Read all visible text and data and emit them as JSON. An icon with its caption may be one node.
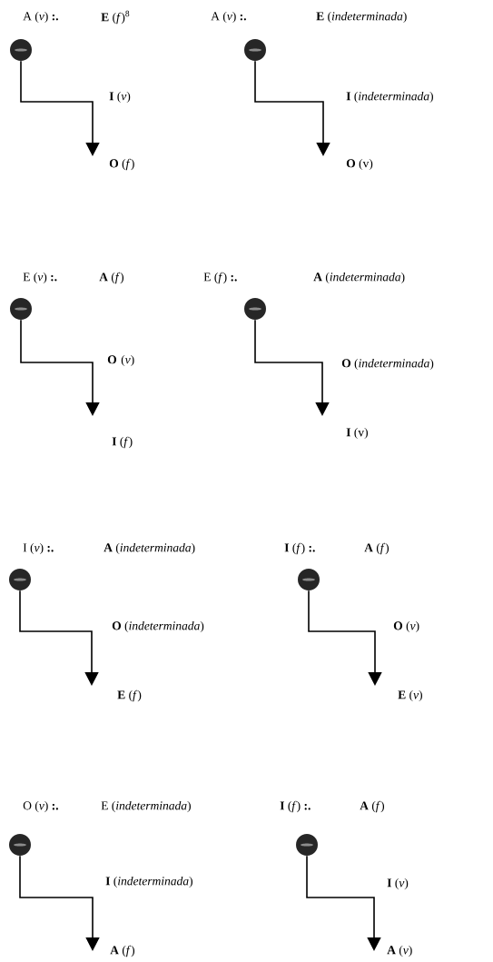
{
  "diagram": {
    "nodes": [
      {
        "text": [],
        "shape": "circle"
      },
      {
        "text": [
          "**O** (*f*)"
        ]
      },
      {
        "text": [],
        "shape": "circle"
      },
      {
        "text": [
          "**O** (v)"
        ]
      },
      {
        "text": [],
        "shape": "circle"
      },
      {
        "text": [
          "**I** (*f*)"
        ]
      },
      {
        "text": [],
        "shape": "circle"
      },
      {
        "text": [
          "**I** (v)"
        ]
      },
      {
        "text": [],
        "shape": "circle"
      },
      {
        "text": [
          "**E** (*f*)"
        ]
      },
      {
        "text": [],
        "shape": "circle"
      },
      {
        "text": [
          "**E** (*v*)"
        ]
      },
      {
        "text": [],
        "shape": "circle"
      },
      {
        "text": [
          "**A** (*f*)"
        ]
      },
      {
        "text": [],
        "shape": "circle"
      },
      {
        "text": [
          "**A** (*v*)"
        ]
      }
    ],
    "edges": [
      {
        "from": 0,
        "to": 1,
        "arrow": "to"
      },
      {
        "from": 2,
        "to": 3,
        "arrow": "to"
      },
      {
        "from": 4,
        "to": 5,
        "arrow": "to"
      },
      {
        "from": 6,
        "to": 7,
        "arrow": "to"
      },
      {
        "from": 8,
        "to": 9,
        "arrow": "to"
      },
      {
        "from": 10,
        "to": 11,
        "arrow": "to"
      },
      {
        "from": 12,
        "to": 13,
        "arrow": "to"
      },
      {
        "from": 14,
        "to": 15,
        "arrow": "to"
      }
    ],
    "labels": [
      "A (*v*) **:.**",
      "**E** (*f*)$^{8}$",
      "**I** (*v*)",
      "A (*v*) **:.**",
      "**E** (*indeterminada*)",
      "**I** (*indeterminada*)",
      "E (*v*) **:.**",
      "**A** (*f*)",
      "**O** (*v*)",
      "E (*f*) **:.**",
      "**A** (*indeterminada*)",
      "**O** (*indeterminada*)",
      "I (*v*) **:.**",
      "**A** (*indeterminada*)",
      "**O** (*indeterminada*)",
      "**I** (*f*) **:.**",
      "**A** (*f*)",
      "**O** (*v*)",
      "O (*v*) **:.**",
      "E (*indeterminada*)",
      "**I** (*indeterminada*)",
      "**I** (*f*) **:.**",
      "**A** (*f*)",
      "**I** (*v*)"
    ]
  }
}
